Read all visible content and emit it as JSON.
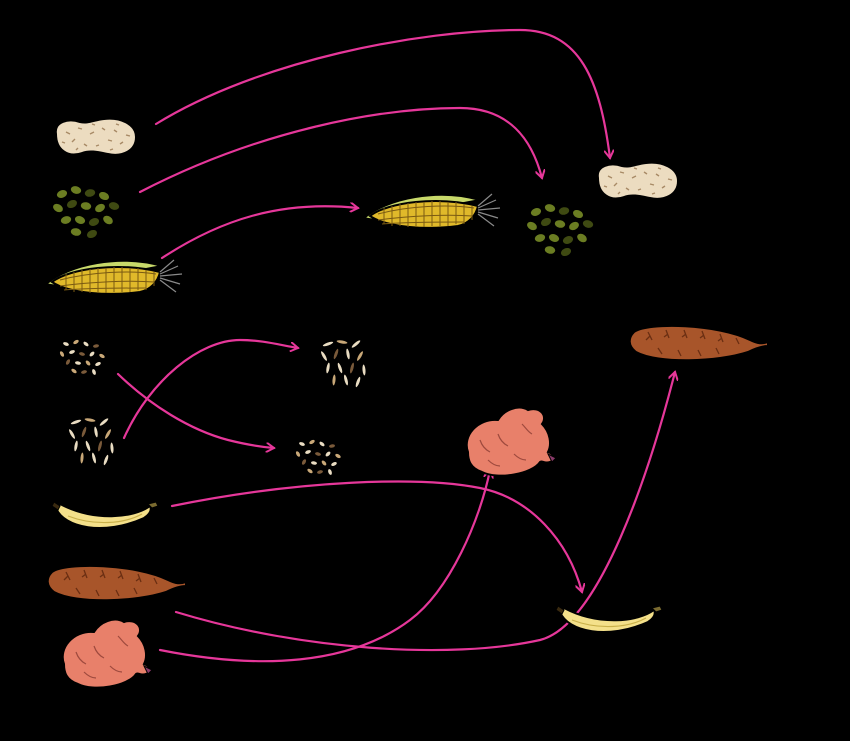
{
  "colors": {
    "background": "#000000",
    "arrow": "#e6379a",
    "peanut_fill": "#ecdcc0",
    "peanut_speck": "#a88a66",
    "bean_fill": "#6b7d22",
    "bean_dark": "#3f4a12",
    "corn_husk": "#c8d96a",
    "corn_kernel": "#e0b92a",
    "grain_fill": "#e9dcc2",
    "grain_dark": "#7a5a3a",
    "banana_fill": "#f4e08a",
    "cassava_fill": "#a8552a",
    "cassava_dark": "#6a2e12",
    "sweetpotato_fill": "#e8806a",
    "sweetpotato_dark": "#9e4a3e"
  },
  "items": [
    {
      "id": "peanut-source",
      "icon": "peanut-icon"
    },
    {
      "id": "bean-source",
      "icon": "bean-icon"
    },
    {
      "id": "corn-source",
      "icon": "corn-icon"
    },
    {
      "id": "grain-small-source",
      "icon": "grain-small-icon"
    },
    {
      "id": "grain-long-source",
      "icon": "grain-long-icon"
    },
    {
      "id": "banana-source",
      "icon": "banana-icon"
    },
    {
      "id": "cassava-source",
      "icon": "cassava-icon"
    },
    {
      "id": "sweetpotato-source",
      "icon": "sweet-potato-icon"
    },
    {
      "id": "corn-target",
      "icon": "corn-icon"
    },
    {
      "id": "bean-target",
      "icon": "bean-icon"
    },
    {
      "id": "peanut-target",
      "icon": "peanut-icon"
    },
    {
      "id": "grain-long-target",
      "icon": "grain-long-icon"
    },
    {
      "id": "grain-small-target",
      "icon": "grain-small-icon"
    },
    {
      "id": "cassava-target",
      "icon": "cassava-icon"
    },
    {
      "id": "sweetpotato-target",
      "icon": "sweet-potato-icon"
    },
    {
      "id": "banana-target",
      "icon": "banana-icon"
    }
  ],
  "arrows": [
    {
      "id": "arrow-peanut",
      "from": "peanut-source",
      "to": "peanut-target"
    },
    {
      "id": "arrow-bean",
      "from": "bean-source",
      "to": "bean-target"
    },
    {
      "id": "arrow-corn",
      "from": "corn-source",
      "to": "corn-target"
    },
    {
      "id": "arrow-grain-long",
      "from": "grain-long-source",
      "to": "grain-long-target"
    },
    {
      "id": "arrow-grain-small",
      "from": "grain-small-source",
      "to": "grain-small-target"
    },
    {
      "id": "arrow-banana",
      "from": "banana-source",
      "to": "banana-target"
    },
    {
      "id": "arrow-cassava",
      "from": "cassava-source",
      "to": "cassava-target"
    },
    {
      "id": "arrow-sweetpotato",
      "from": "sweetpotato-source",
      "to": "sweetpotato-target"
    }
  ]
}
